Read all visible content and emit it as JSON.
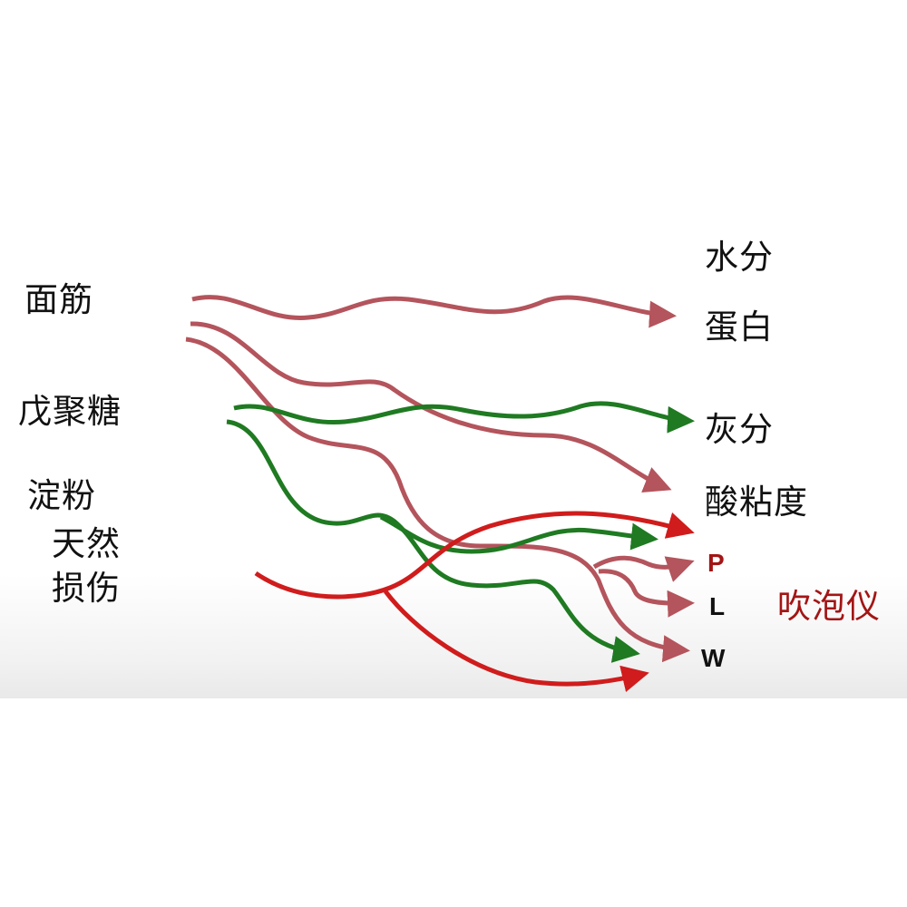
{
  "colors": {
    "gluten": "#b4545c",
    "pentosan": "#1f7a22",
    "starch": "#d01c1c",
    "instrument": "#a31515",
    "text": "#111111"
  },
  "left_labels": {
    "gluten": "面筋",
    "pentosan": "戊聚糖",
    "starch": "淀粉",
    "starch_natural": "天然",
    "starch_damaged": "损伤"
  },
  "right_labels": {
    "moisture": "水分",
    "protein": "蛋白",
    "ash": "灰分",
    "acidity": "酸粘度",
    "p": "P",
    "l": "L",
    "w": "W"
  },
  "instrument": {
    "name": "吹泡仪"
  }
}
